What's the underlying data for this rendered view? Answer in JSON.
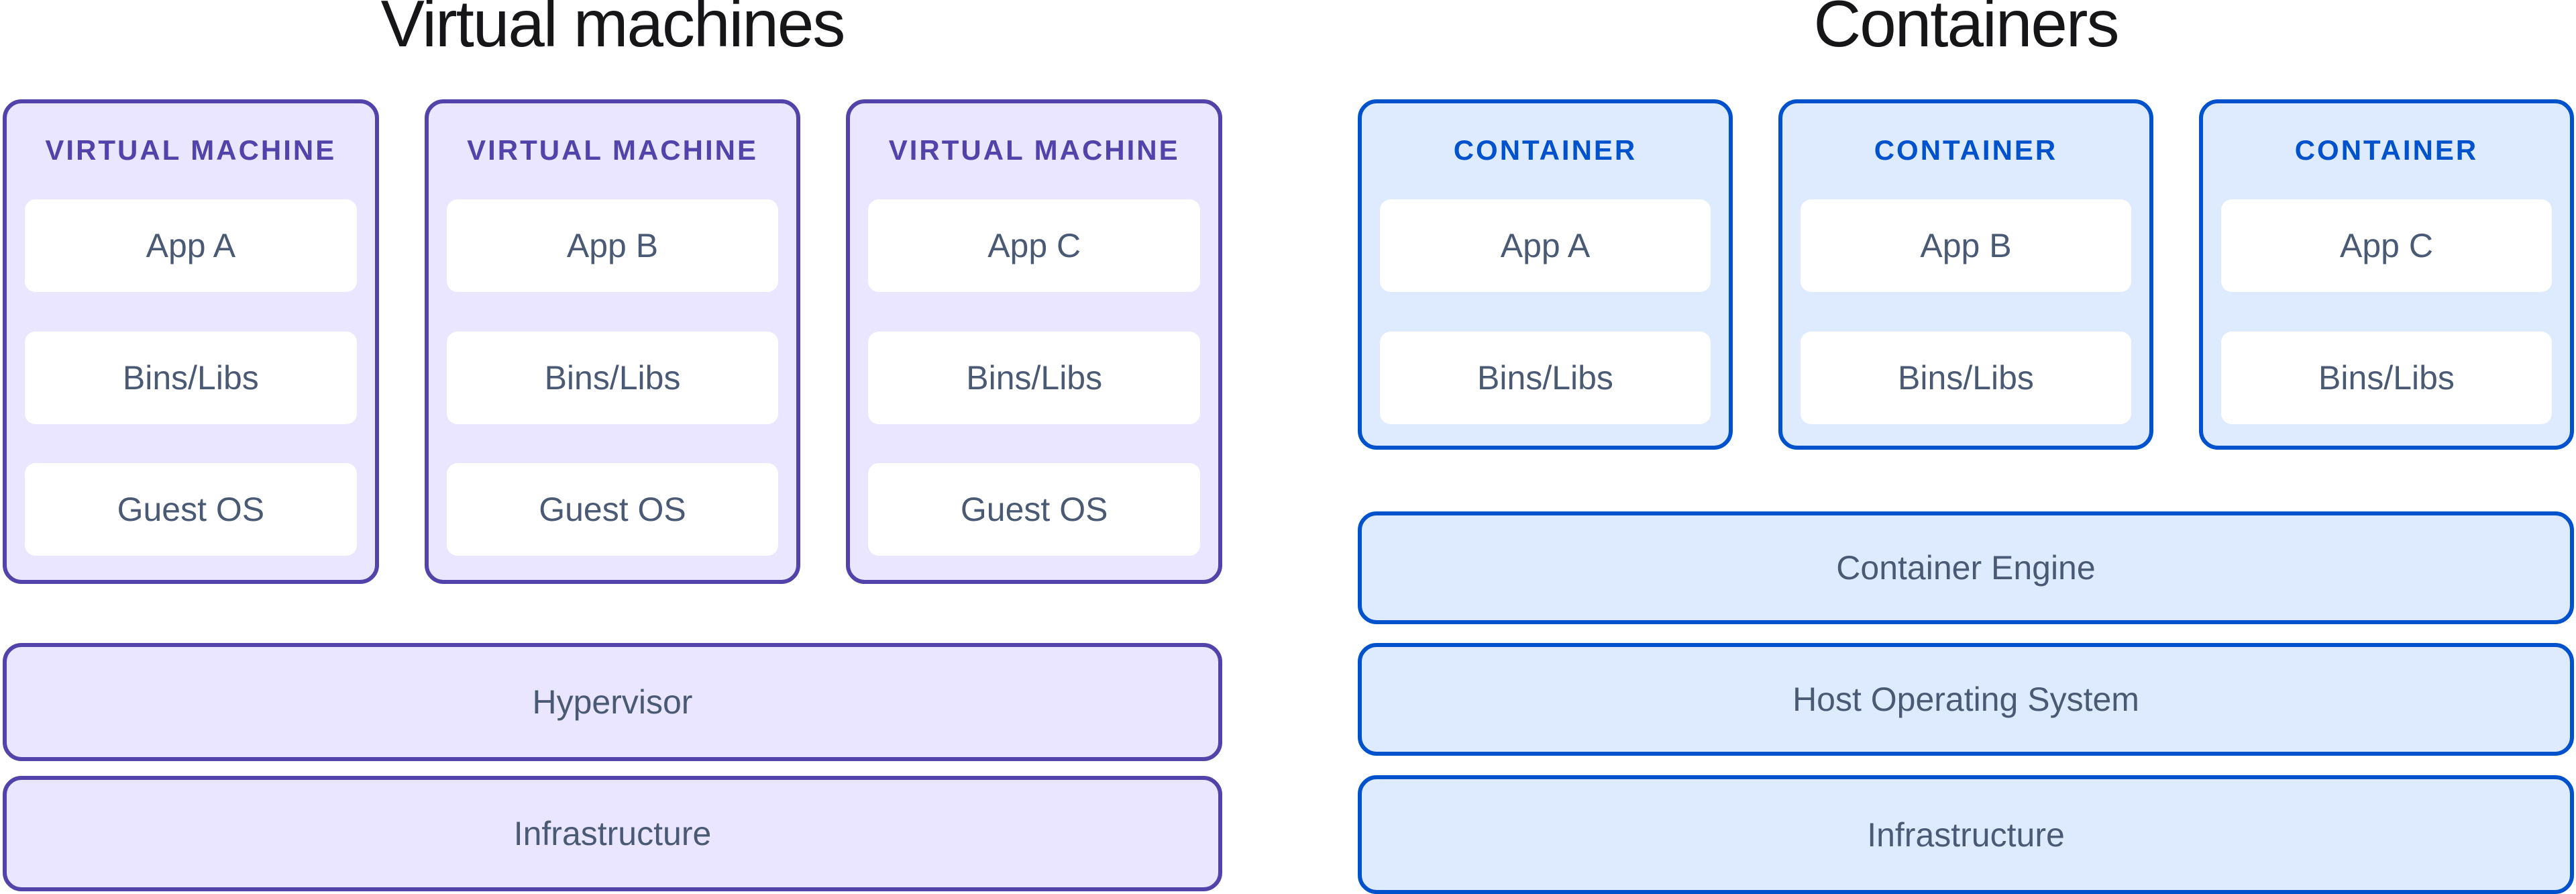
{
  "vm_section": {
    "title": "Virtual machines",
    "boxes": [
      {
        "header": "VIRTUAL MACHINE",
        "items": [
          "App A",
          "Bins/Libs",
          "Guest OS"
        ]
      },
      {
        "header": "VIRTUAL MACHINE",
        "items": [
          "App B",
          "Bins/Libs",
          "Guest OS"
        ]
      },
      {
        "header": "VIRTUAL MACHINE",
        "items": [
          "App C",
          "Bins/Libs",
          "Guest OS"
        ]
      }
    ],
    "bars": [
      "Hypervisor",
      "Infrastructure"
    ]
  },
  "container_section": {
    "title": "Containers",
    "boxes": [
      {
        "header": "CONTAINER",
        "items": [
          "App A",
          "Bins/Libs"
        ]
      },
      {
        "header": "CONTAINER",
        "items": [
          "App B",
          "Bins/Libs"
        ]
      },
      {
        "header": "CONTAINER",
        "items": [
          "App C",
          "Bins/Libs"
        ]
      }
    ],
    "bars": [
      "Container Engine",
      "Host Operating System",
      "Infrastructure"
    ]
  },
  "colors": {
    "vm_accent": "#5243AA",
    "vm_fill": "#EAE6FF",
    "container_accent": "#0052CC",
    "container_fill": "#DEEBFF",
    "item_fill": "#FFFFFF",
    "label_text": "#4A5A74",
    "title_text": "#161618"
  }
}
